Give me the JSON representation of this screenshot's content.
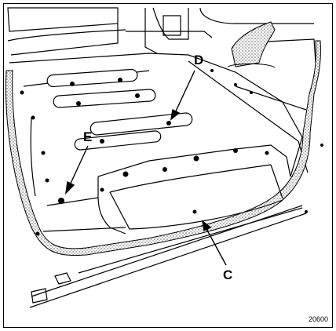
{
  "figure": {
    "reference_number": "20600",
    "callouts": [
      {
        "id": "D",
        "label": "D"
      },
      {
        "id": "E",
        "label": "E"
      },
      {
        "id": "C",
        "label": "C"
      }
    ]
  },
  "colors": {
    "ink": "#000000",
    "paper": "#ffffff",
    "seal_fill": "#d9d9d9"
  }
}
